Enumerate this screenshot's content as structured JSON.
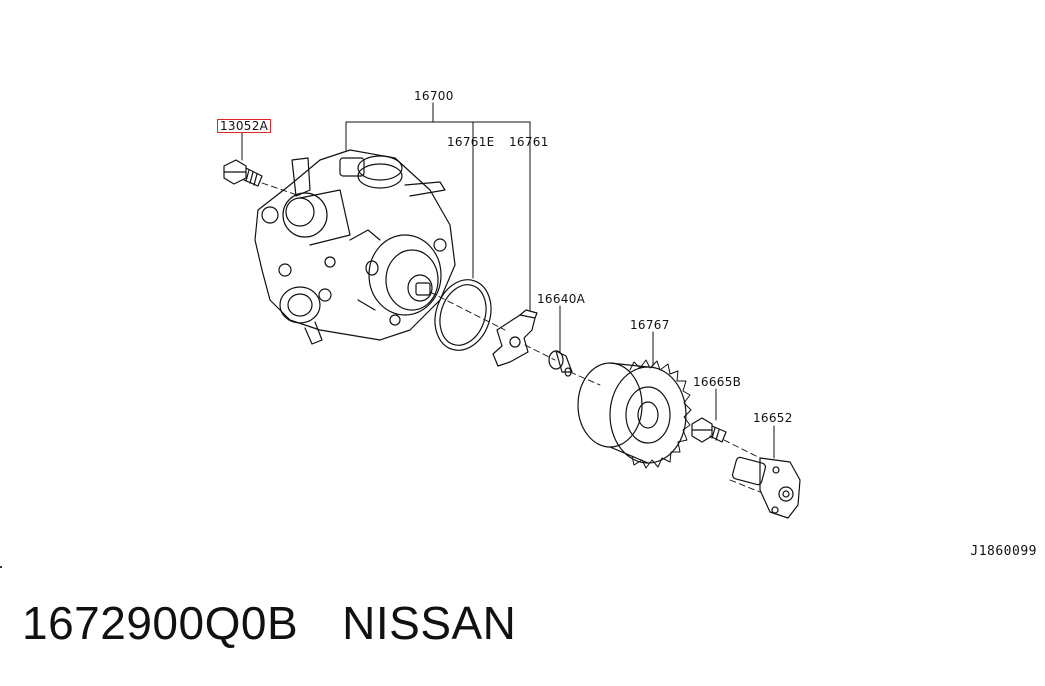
{
  "parts": {
    "p16700": "16700",
    "p13052a": "13052A",
    "p16761e": "16761E",
    "p16761": "16761",
    "p16640a": "16640A",
    "p16767": "16767",
    "p16665b": "16665B",
    "p16652": "16652"
  },
  "highlight_color": "#e0262b",
  "diagram_ref": "J1860099",
  "caption": {
    "part_number": "1672900Q0B",
    "brand": "NISSAN"
  }
}
